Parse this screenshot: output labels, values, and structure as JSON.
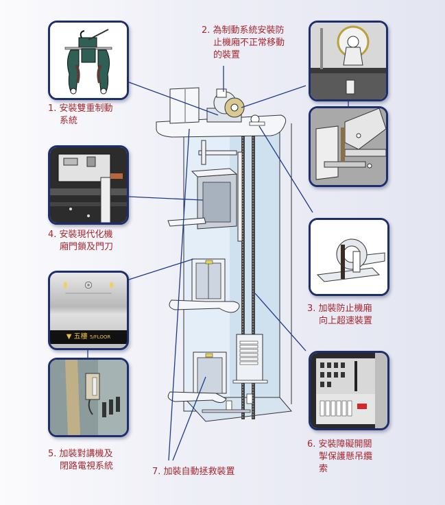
{
  "title": "Elevator safety upgrade items",
  "colors": {
    "label_text": "#a8262e",
    "frame": "#1e2d6b",
    "leader_line": "#1e3a8a",
    "background_left": "#fbfbfd",
    "background_right": "#e3e5f1"
  },
  "items": [
    {
      "number": "1.",
      "lines": [
        "安裝雙重制動",
        "系統"
      ],
      "photo": "dual-brake-system"
    },
    {
      "number": "2.",
      "lines": [
        "為制動系統安裝防",
        "止機廂不正常移動",
        "的裝置"
      ],
      "photo": "unintended-car-movement-protection"
    },
    {
      "number": "3.",
      "lines": [
        "加裝防止機廂",
        "向上超速裝置"
      ],
      "photo": "ascending-overspeed-protection"
    },
    {
      "number": "4.",
      "lines": [
        "安裝現代化機",
        "廂門鎖及門刀"
      ],
      "photo": "car-door-lock-and-vane"
    },
    {
      "number": "5.",
      "lines": [
        "加裝對講機及",
        "閉路電視系統"
      ],
      "photo": "intercom-and-cctv"
    },
    {
      "number": "6.",
      "lines": [
        "安裝障礙開關",
        "掣保護懸吊纜",
        "索"
      ],
      "photo": "obstruction-switch-control-panel"
    },
    {
      "number": "7.",
      "lines": [
        "加裝自動拯救裝置"
      ],
      "photo": null
    }
  ],
  "floor_indicator": {
    "chinese": "五樓",
    "english": "5/FLOOR"
  }
}
